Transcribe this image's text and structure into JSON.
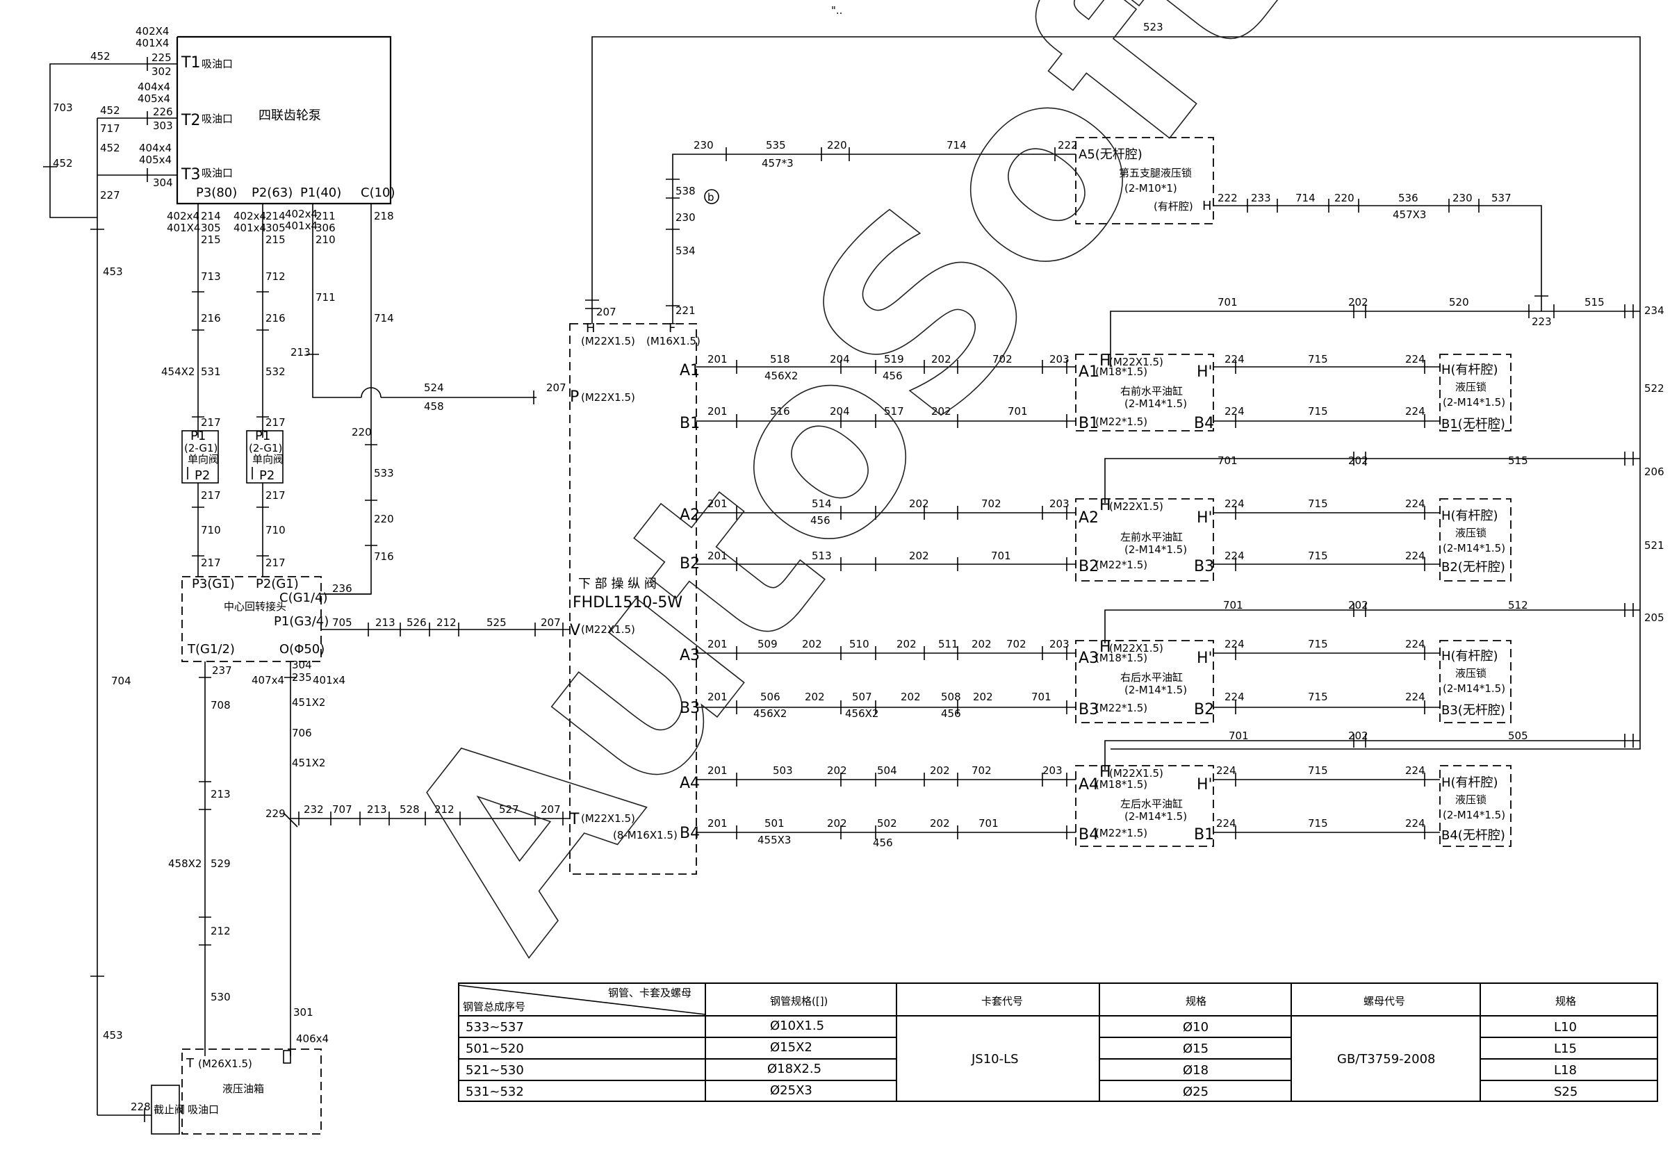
{
  "header_mark": "\"..",
  "watermark": "AutoSoft",
  "components": {
    "pump": {
      "name": "四联齿轮泵",
      "t1": "T1",
      "t2": "T2",
      "t3": "T3",
      "port_note": "吸油口",
      "p3": "P3(80)",
      "p2": "P2(63)",
      "p1": "P1(40)",
      "c": "C(10)"
    },
    "check_valve": {
      "p1": "P1",
      "spec": "(2-G1)",
      "name": "单向阀",
      "p2": "P2"
    },
    "swivel": {
      "name": "中心回转接头",
      "p3": "P3(G1)",
      "p2": "P2(G1)",
      "c": "C(G1/4)",
      "p1": "P1(G3/4)",
      "t": "T(G1/2)",
      "o": "O(Φ50)"
    },
    "control_valve": {
      "title": "下 部 操 纵 阀",
      "model": "FHDL1510-5W",
      "h": "H",
      "f": "F",
      "h_spec": "(M22X1.5)",
      "f_spec": "(M16X1.5)",
      "p": "P",
      "p_spec": "(M22X1.5)",
      "v": "V",
      "v_spec": "(M22X1.5)",
      "t": "T",
      "t_spec": "(M22X1.5)",
      "t_spec2": "(8-M16X1.5)",
      "ports": [
        "A1",
        "B1",
        "A2",
        "B2",
        "A3",
        "B3",
        "A4",
        "B4"
      ]
    },
    "fifth_lock": {
      "a5": "A5(无杆腔)",
      "name": "第五支腿液压锁",
      "spec": "(2-M10*1)",
      "h_note": "(有杆腔)",
      "h": "H"
    },
    "cylinders": [
      {
        "name": "右前水平油缸",
        "a": "A1",
        "b": "B1",
        "h": "H",
        "hp": "H'",
        "b_out": "B4",
        "a_spec": "(M18*1.5)",
        "h_spec": "(M22X1.5)",
        "spec": "(2-M14*1.5)",
        "b_spec": "(M22*1.5)"
      },
      {
        "name": "左前水平油缸",
        "a": "A2",
        "b": "B2",
        "h": "H",
        "hp": "H'",
        "b_out": "B3",
        "a_spec": "",
        "h_spec": "(M22X1.5)",
        "spec": "(2-M14*1.5)",
        "b_spec": "(M22*1.5)"
      },
      {
        "name": "右后水平油缸",
        "a": "A3",
        "b": "B3",
        "h": "H",
        "hp": "H'",
        "b_out": "B2",
        "a_spec": "(M18*1.5)",
        "h_spec": "(M22X1.5)",
        "spec": "(2-M14*1.5)",
        "b_spec": "(M22*1.5)"
      },
      {
        "name": "左后水平油缸",
        "a": "A4",
        "b": "B4",
        "h": "H",
        "hp": "H'",
        "b_out": "B1",
        "a_spec": "(M18*1.5)",
        "h_spec": "(M22X1.5)",
        "spec": "(2-M14*1.5)",
        "b_spec": "(M22*1.5)"
      }
    ],
    "locks": [
      {
        "h": "H(有杆腔)",
        "name": "液压锁",
        "spec": "(2-M14*1.5)",
        "b": "B1(无杆腔)"
      },
      {
        "h": "H(有杆腔)",
        "name": "液压锁",
        "spec": "(2-M14*1.5)",
        "b": "B2(无杆腔)"
      },
      {
        "h": "H(有杆腔)",
        "name": "液压锁",
        "spec": "(2-M14*1.5)",
        "b": "B3(无杆腔)"
      },
      {
        "h": "H(有杆腔)",
        "name": "液压锁",
        "spec": "(2-M14*1.5)",
        "b": "B4(无杆腔)"
      }
    ],
    "tank": {
      "name": "液压油箱",
      "t": "T",
      "t_spec": "(M26X1.5)",
      "valve": "截止阀",
      "port": "吸油口"
    }
  },
  "table": {
    "header": {
      "col1_top": "钢管、卡套及螺母",
      "col1_bottom": "钢管总成序号",
      "col2": "钢管规格([])",
      "col3": "卡套代号",
      "col4": "规格",
      "col5": "螺母代号",
      "col6": "规格"
    },
    "rows": [
      {
        "seq": "533~537",
        "pipe": "Ø10X1.5",
        "spec": "Ø10",
        "nut_spec": "L10"
      },
      {
        "seq": "501~520",
        "pipe": "Ø15X2",
        "spec": "Ø15",
        "nut_spec": "L15"
      },
      {
        "seq": "521~530",
        "pipe": "Ø18X2.5",
        "spec": "Ø18",
        "nut_spec": "L18"
      },
      {
        "seq": "531~532",
        "pipe": "Ø25X3",
        "spec": "Ø25",
        "nut_spec": "S25"
      }
    ],
    "ferrule_code": "JS10-LS",
    "nut_code": "GB/T3759-2008"
  },
  "labels": {
    "l_402x4_top": "402X4",
    "l_401x4_top": "401X4",
    "l_225": "225",
    "l_302": "302",
    "l_452a": "452",
    "l_703": "703",
    "l_452b": "452",
    "l_452c": "452",
    "l_717": "717",
    "l_452d": "452",
    "l_227": "227",
    "l_453a": "453",
    "l_404x4a": "404x4",
    "l_405x4a": "405x4",
    "l_226": "226",
    "l_303": "303",
    "l_404x4b": "404x4",
    "l_405x4b": "405x4",
    "l_304a": "304",
    "l_402x4b": "402x4",
    "l_401x4b": "401X4",
    "l_214a": "214",
    "l_305a": "305",
    "l_215a": "215",
    "l_402x4c": "402x4",
    "l_401x4c": "401x4",
    "l_214b": "214",
    "l_305b": "305",
    "l_215b": "215",
    "l_402x4d": "402x4",
    "l_401x4d": "401x4",
    "l_211": "211",
    "l_306": "306",
    "l_210": "210",
    "l_218": "218",
    "l_713": "713",
    "l_712": "712",
    "l_711": "711",
    "l_714a": "714",
    "l_216a": "216",
    "l_216b": "216",
    "l_454x2": "454X2",
    "l_531": "531",
    "l_532": "532",
    "l_213a": "213",
    "l_524": "524",
    "l_458": "458",
    "l_207a": "207",
    "l_220a": "220",
    "l_217a": "217",
    "l_217b": "217",
    "l_217c": "217",
    "l_217d": "217",
    "l_533": "533",
    "l_710a": "710",
    "l_710b": "710",
    "l_220b": "220",
    "l_217e": "217",
    "l_217f": "217",
    "l_716": "716",
    "l_236": "236",
    "l_705": "705",
    "l_213b": "213",
    "l_526": "526",
    "l_212a": "212",
    "l_525": "525",
    "l_207b": "207",
    "l_704": "704",
    "l_237": "237",
    "l_304b": "304",
    "l_235": "235",
    "l_407x4": "407x4",
    "l_401x4e": "401x4",
    "l_708": "708",
    "l_451x2a": "451X2",
    "l_706": "706",
    "l_451x2b": "451X2",
    "l_213c": "213",
    "l_229": "229",
    "l_232": "232",
    "l_707": "707",
    "l_213d": "213",
    "l_528": "528",
    "l_212b": "212",
    "l_527": "527",
    "l_207c": "207",
    "l_458x2": "458X2",
    "l_529": "529",
    "l_212c": "212",
    "l_530": "530",
    "l_301": "301",
    "l_406x4": "406x4",
    "l_453b": "453",
    "l_228": "228",
    "l_523": "523",
    "l_207top": "207",
    "l_230a": "230",
    "l_535": "535",
    "l_457x3a": "457*3",
    "l_220c": "220",
    "l_714b": "714",
    "l_222a": "222",
    "l_538": "538",
    "l_230b": "230",
    "l_534": "534",
    "l_221": "221",
    "l_b_circle": "b",
    "l_222b": "222",
    "l_233": "233",
    "l_714c": "714",
    "l_220d": "220",
    "l_536": "536",
    "l_457x3b": "457X3",
    "l_230c": "230",
    "l_537": "537",
    "l_223": "223",
    "l_515": "515",
    "l_234": "234",
    "l_701a": "701",
    "l_202a": "202",
    "l_520": "520",
    "l_522": "522",
    "r1_201a": "201",
    "r1_518": "518",
    "r1_456x2": "456X2",
    "r1_204a": "204",
    "r1_519": "519",
    "r1_456": "456",
    "r1_202": "202",
    "r1_702": "702",
    "r1_203": "203",
    "r1_201b": "201",
    "r1_516": "516",
    "r1_204b": "204",
    "r1_517": "517",
    "r1_202b": "202",
    "r1_701": "701",
    "r1_224a": "224",
    "r1_715a": "715",
    "r1_224b": "224",
    "r1_224c": "224",
    "r1_715b": "715",
    "r1_224d": "224",
    "r2_701": "701",
    "r2_202": "202",
    "r2_515": "515",
    "r2_206": "206",
    "r2_521": "521",
    "r2_201a": "201",
    "r2_514": "514",
    "r2_456": "456",
    "r2_202a": "202",
    "r2_702": "702",
    "r2_203": "203",
    "r2_201b": "201",
    "r2_513": "513",
    "r2_202b": "202",
    "r2_701b": "701",
    "r2_224a": "224",
    "r2_715a": "715",
    "r2_224b": "224",
    "r2_224c": "224",
    "r2_715b": "715",
    "r2_224d": "224",
    "r3_701": "701",
    "r3_202": "202",
    "r3_512": "512",
    "r3_205": "205",
    "r3_201a": "201",
    "r3_509": "509",
    "r3_202a": "202",
    "r3_510": "510",
    "r3_202b": "202",
    "r3_511": "511",
    "r3_202c": "202",
    "r3_702": "702",
    "r3_203": "203",
    "r3_201b": "201",
    "r3_506": "506",
    "r3_456x2a": "456X2",
    "r3_202d": "202",
    "r3_507": "507",
    "r3_456x2b": "456X2",
    "r3_202e": "202",
    "r3_508": "508",
    "r3_456": "456",
    "r3_202f": "202",
    "r3_701b": "701",
    "r3_224a": "224",
    "r3_715a": "715",
    "r3_224b": "224",
    "r3_224c": "224",
    "r3_715b": "715",
    "r3_224d": "224",
    "r4_701": "701",
    "r4_202": "202",
    "r4_505": "505",
    "r4_201a": "201",
    "r4_503": "503",
    "r4_202a": "202",
    "r4_504": "504",
    "r4_202b": "202",
    "r4_702": "702",
    "r4_203": "203",
    "r4_201b": "201",
    "r4_501": "501",
    "r4_455x3": "455X3",
    "r4_202c": "202",
    "r4_502": "502",
    "r4_456": "456",
    "r4_202d": "202",
    "r4_701b": "701",
    "r4_224a": "224",
    "r4_715a": "715",
    "r4_224b": "224",
    "r4_224c": "224",
    "r4_715b": "715",
    "r4_224d": "224"
  }
}
